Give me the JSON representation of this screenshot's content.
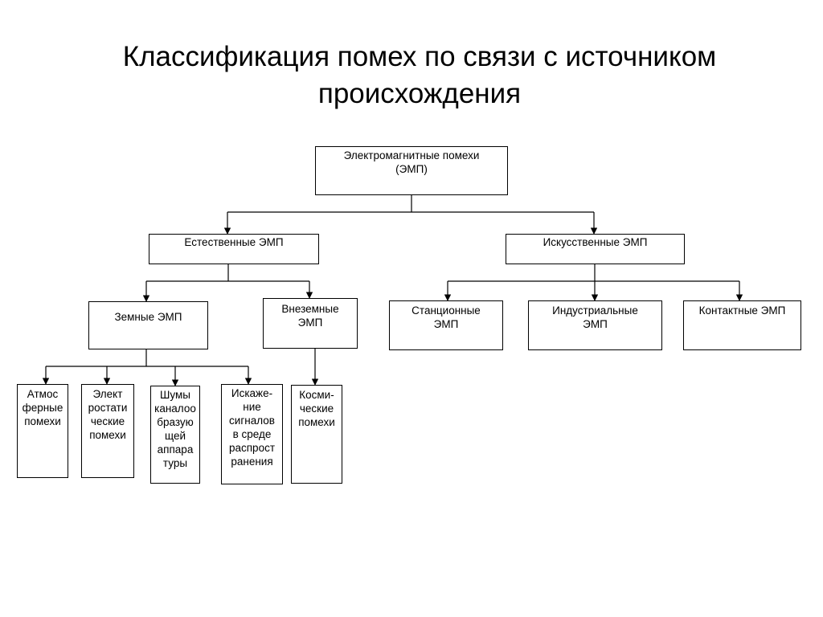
{
  "title": {
    "line1": "Классификация помех по связи с источником",
    "line2": "происхождения"
  },
  "diagram": {
    "root": {
      "lines": [
        "Электромагнитные помехи",
        "(ЭМП)"
      ]
    },
    "natural": {
      "label": "Естественные ЭМП",
      "earth": {
        "label": "Земные ЭМП",
        "children": [
          {
            "lines": [
              "Атмос",
              "ферные",
              "помехи"
            ]
          },
          {
            "lines": [
              "Элект",
              "ростати",
              "ческие",
              "помехи"
            ]
          },
          {
            "lines": [
              "Шумы",
              "каналоо",
              "бразую",
              "щей",
              "аппара",
              "туры"
            ]
          },
          {
            "lines": [
              "Искаже-",
              "ние",
              "сигналов",
              "в среде",
              "распрост",
              "ранения"
            ]
          }
        ]
      },
      "extraterrestrial": {
        "lines": [
          "Внеземные",
          "ЭМП"
        ],
        "children": [
          {
            "lines": [
              "Косми-",
              "ческие",
              "помехи"
            ]
          }
        ]
      }
    },
    "artificial": {
      "label": "Искусственные ЭМП",
      "children": [
        {
          "lines": [
            "Станционные",
            "ЭМП"
          ]
        },
        {
          "lines": [
            "Индустриальные",
            "ЭМП"
          ]
        },
        {
          "lines": [
            "Контактные ЭМП"
          ]
        }
      ]
    }
  }
}
